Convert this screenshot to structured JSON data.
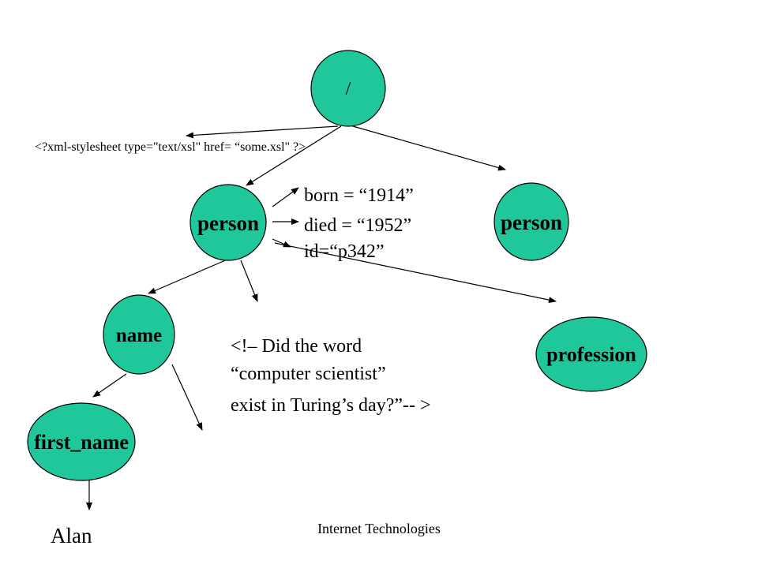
{
  "nodes": {
    "root": "/",
    "person_left": "person",
    "person_right": "person",
    "name": "name",
    "profession": "profession",
    "first_name": "first_name"
  },
  "processing_instruction": "<?xml-stylesheet type=\"text/xsl\" href= “some.xsl\" ?>",
  "attributes": {
    "born": "born = “1914”",
    "died": "died = “1952”",
    "id": "id=“p342”"
  },
  "comment": {
    "line1": "<!– Did the word",
    "line2": "“computer scientist”",
    "line3": "exist in Turing’s day?”-- >"
  },
  "text_node": "Alan",
  "footer": "Internet Technologies",
  "colors": {
    "node_fill": "#1fc79a"
  }
}
